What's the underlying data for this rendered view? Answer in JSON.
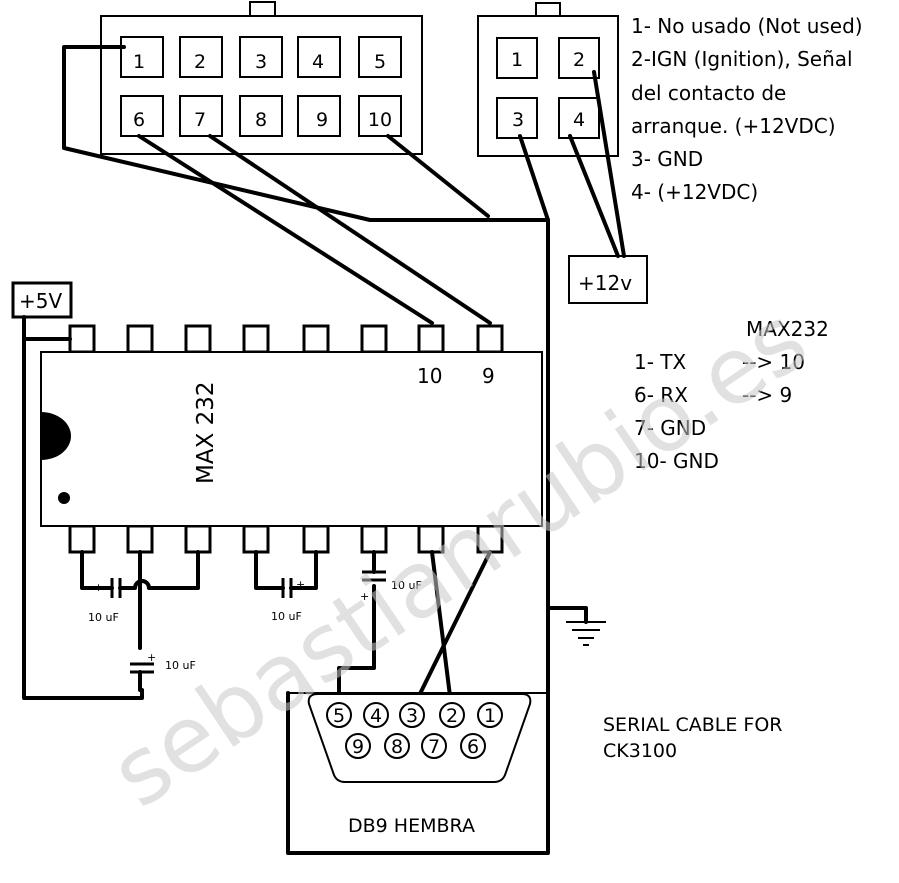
{
  "watermark": "sebastianrubio.es",
  "connector_large": {
    "pins_top": [
      "1",
      "2",
      "3",
      "4",
      "5"
    ],
    "pins_bottom": [
      "6",
      "7",
      "8",
      "9",
      "10"
    ]
  },
  "connector_small": {
    "pins_top": [
      "1",
      "2"
    ],
    "pins_bottom": [
      "3",
      "4"
    ]
  },
  "power_legend": [
    "1- No usado (Not used)",
    "2-IGN (Ignition), Señal",
    "del contacto de",
    "arranque. (+12VDC)",
    "3- GND",
    "4- (+12VDC)"
  ],
  "labels": {
    "v12": "+12v",
    "v5": "+5V",
    "chip_name": "MAX 232",
    "chip_pin_10": "10",
    "chip_pin_9": "9",
    "db9_name": "DB9 HEMBRA",
    "serial_cable_line1": "SERIAL CABLE FOR",
    "serial_cable_line2": "CK3100"
  },
  "max232_legend": {
    "title": "MAX232",
    "rows": [
      {
        "pin": "1- TX",
        "arrow": "--> 10"
      },
      {
        "pin": "6- RX",
        "arrow": "--> 9"
      },
      {
        "pin": "7- GND",
        "arrow": ""
      },
      {
        "pin": "10- GND",
        "arrow": ""
      }
    ]
  },
  "capacitors": {
    "c1": "10 uF",
    "c2": "10 uF",
    "c3": "10 uF",
    "c4": "10 uF",
    "plus": "+"
  },
  "db9": {
    "row_top": [
      "5",
      "4",
      "3",
      "2",
      "1"
    ],
    "row_bottom": [
      "9",
      "8",
      "7",
      "6"
    ]
  }
}
